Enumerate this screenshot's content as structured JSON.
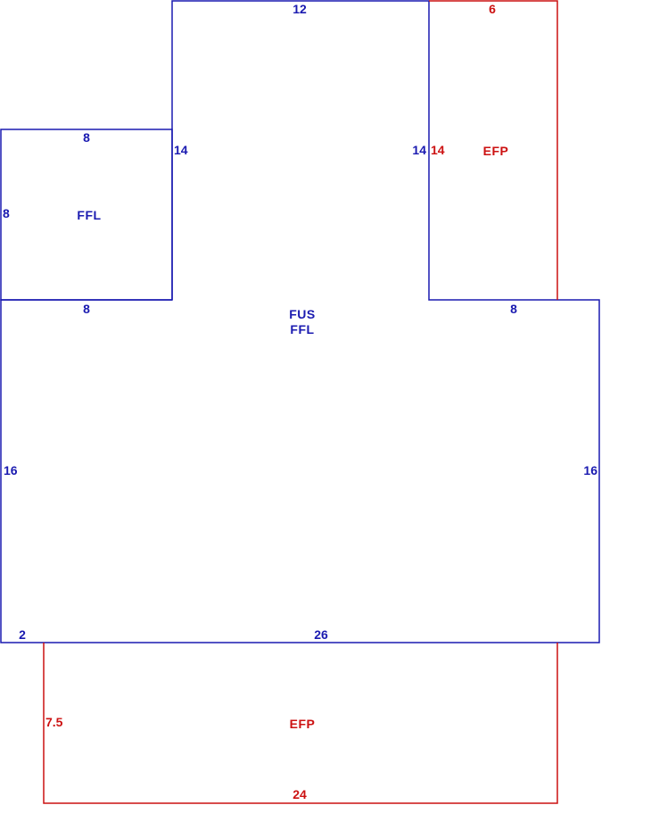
{
  "colors": {
    "living": "#1a1ab0",
    "porch": "#cc1111"
  },
  "areas": {
    "main": {
      "label_line1": "FUS",
      "label_line2": "FFL"
    },
    "left_wing": {
      "label": "FFL"
    },
    "front_porch": {
      "label": "EFP"
    },
    "rear_porch": {
      "label": "EFP"
    }
  },
  "dimensions": {
    "top_wing_top": "12",
    "top_wing_left": "14",
    "top_wing_right": "14",
    "left_wing_top": "8",
    "left_wing_left": "8",
    "left_wing_bottom": "8",
    "main_right_top": "8",
    "main_left": "16",
    "main_right": "16",
    "main_bottom": "26",
    "main_bottom_offset": "2",
    "front_porch_top": "6",
    "front_porch_left": "14",
    "rear_porch_left": "7.5",
    "rear_porch_bottom": "24"
  }
}
